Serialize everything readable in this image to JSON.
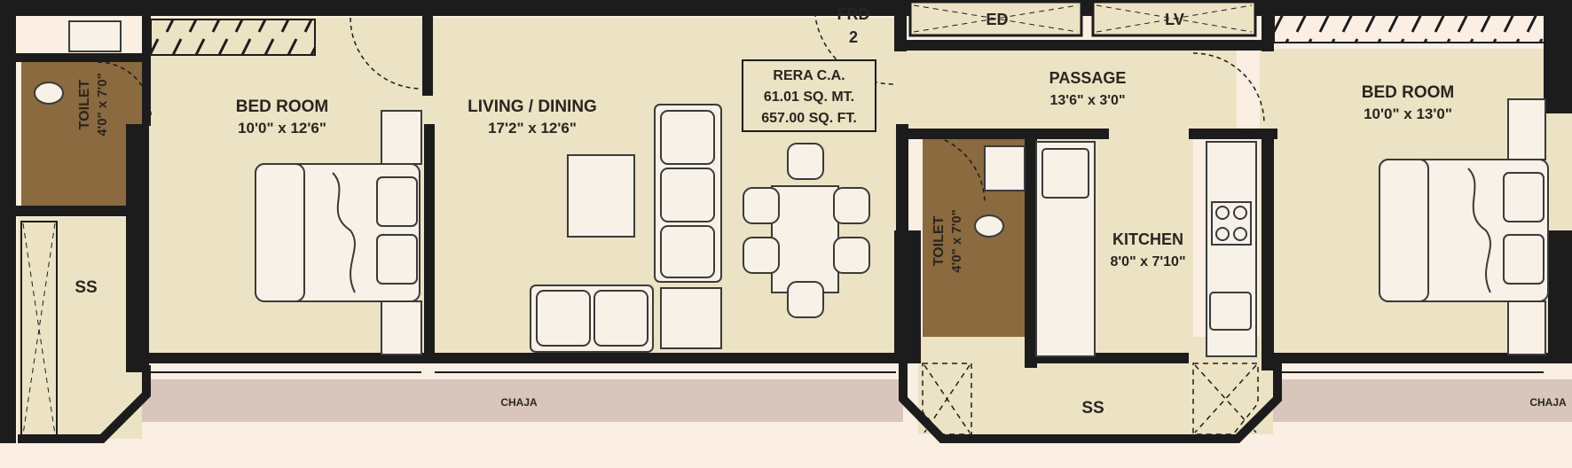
{
  "rooms": {
    "bed_room_1": {
      "name": "BED ROOM",
      "size": "10'0\" x 12'6\""
    },
    "living_dining": {
      "name": "LIVING / DINING",
      "size": "17'2\" x 12'6\""
    },
    "bed_room_2": {
      "name": "BED ROOM",
      "size": "10'0\" x 13'0\""
    },
    "passage": {
      "name": "PASSAGE",
      "size": "13'6\" x 3'0\""
    },
    "kitchen": {
      "name": "KITCHEN",
      "size": "8'0\" x 7'10\""
    },
    "toilet_1": {
      "name": "TOILET",
      "size": "4'0\" x 7'0\""
    },
    "toilet_2": {
      "name": "TOILET",
      "size": "4'0\" x 7'0\""
    },
    "ss_1": "SS",
    "ss_2": "SS",
    "ed": "ED",
    "lv": "LV",
    "chaja_1": "CHAJA",
    "chaja_2": "CHAJA"
  },
  "frd": {
    "line1": "FRD",
    "line2": "2"
  },
  "rera": {
    "line1": "RERA C.A.",
    "line2": "61.01 SQ. MT.",
    "line3": "657.00 SQ. FT."
  },
  "colors": {
    "background": "#fbefe4",
    "room_floor": "#ece3c4",
    "toilet_floor": "#8a6a3e",
    "chaja": "#d8c6bc",
    "wall": "#1c1c1c",
    "furniture": "#f7f1e8"
  }
}
